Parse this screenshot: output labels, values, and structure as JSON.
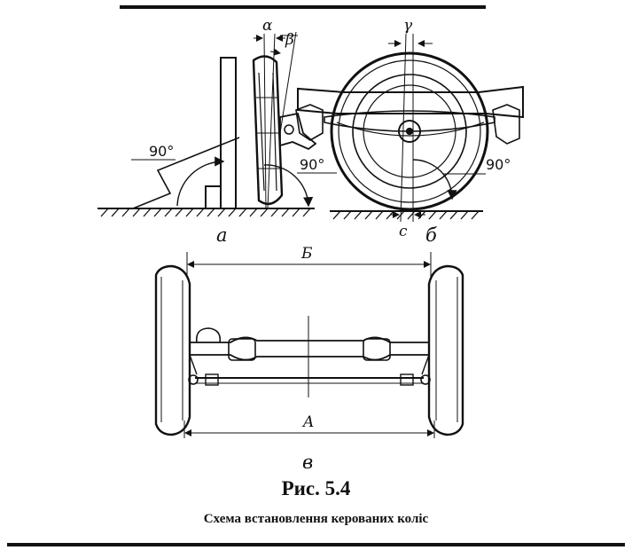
{
  "labels": {
    "alpha": "α",
    "beta": "β",
    "gamma": "γ",
    "angle_a_left": "90°",
    "angle_a_right": "90°",
    "angle_b": "90°",
    "c": "c",
    "view_a": "a",
    "view_b": "б",
    "view_v": "в",
    "dim_B": "Б",
    "dim_A": "A"
  },
  "caption": {
    "title": "Рис. 5.4",
    "subtitle": "Схема встановлення керованих коліс"
  },
  "colors": {
    "ink": "#111111",
    "background": "#ffffff"
  }
}
